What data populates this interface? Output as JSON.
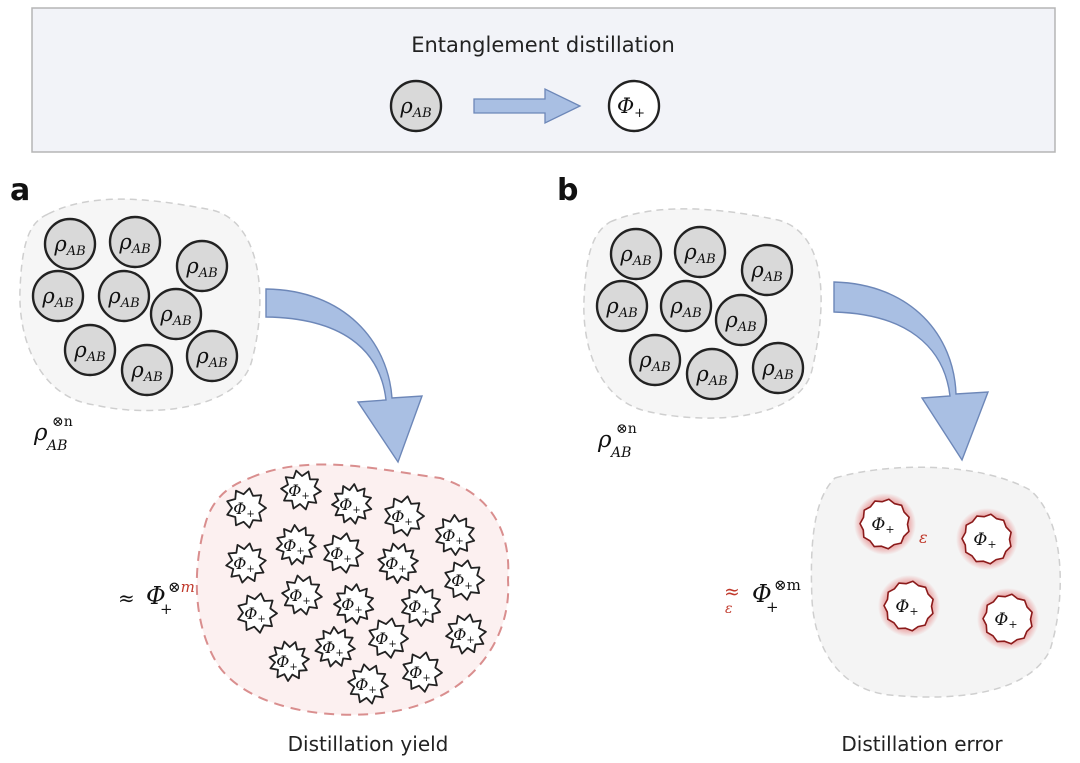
{
  "header": {
    "title": "Entanglement distillation",
    "input_state": {
      "main": "ρ",
      "sub": "AB"
    },
    "output_state": {
      "main": "Φ",
      "sub": "+"
    }
  },
  "panel_a": {
    "label": "a",
    "input_state": {
      "main": "ρ",
      "sub": "AB"
    },
    "input_ensemble": {
      "main": "ρ",
      "sub": "AB",
      "sup": "⊗n"
    },
    "output_state": {
      "main": "Φ",
      "sub": "+"
    },
    "output_ensemble": {
      "prefix": "≈",
      "main": "Φ",
      "sub": "+",
      "sup_otimes": "⊗",
      "sup_m": "m"
    },
    "caption": "Distillation yield"
  },
  "panel_b": {
    "label": "b",
    "input_state": {
      "main": "ρ",
      "sub": "AB"
    },
    "input_ensemble": {
      "main": "ρ",
      "sub": "AB",
      "sup": "⊗n"
    },
    "output_state": {
      "main": "Φ",
      "sub": "+"
    },
    "epsilon": "ε",
    "output_ensemble": {
      "prefix": "≈",
      "prefix_sub": "ε",
      "main": "Φ",
      "sub": "+",
      "sup": "⊗m"
    },
    "caption": "Distillation error"
  },
  "colors": {
    "arrow_fill": "#a9bfe3",
    "arrow_stroke": "#6d87b8",
    "box_fill": "#f2f3f8",
    "box_stroke": "#b5b5b5",
    "circle_fill": "#d9d9d9",
    "cloud_fill": "#f6f6f6",
    "cloud_red_fill": "#fcf0f0",
    "cloud_red_stroke": "#d98e8e",
    "accent_red": "#c0392b"
  }
}
